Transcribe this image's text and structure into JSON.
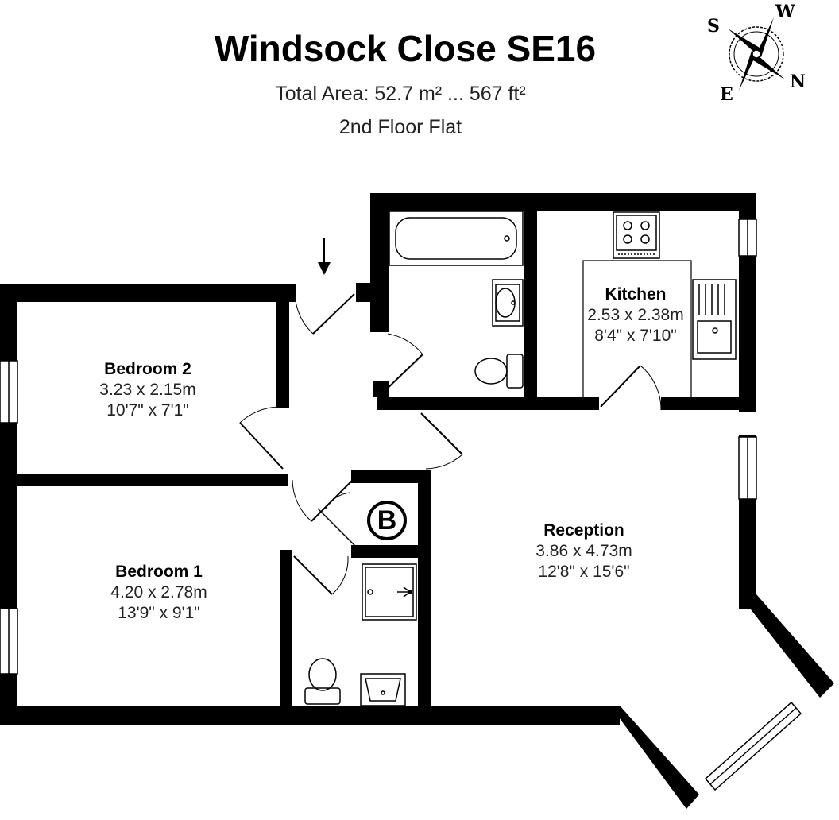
{
  "header": {
    "title": "Windsock Close SE16",
    "total_area": "Total Area: 52.7 m² ... 567 ft²",
    "floor": "2nd Floor Flat"
  },
  "compass": {
    "s": "S",
    "w": "W",
    "n": "N",
    "e": "E"
  },
  "rooms": {
    "kitchen": {
      "name": "Kitchen",
      "metric": "2.53 x 2.38m",
      "imperial": "8'4\" x 7'10\""
    },
    "bedroom2": {
      "name": "Bedroom 2",
      "metric": "3.23 x 2.15m",
      "imperial": "10'7\" x 7'1\""
    },
    "reception": {
      "name": "Reception",
      "metric": "3.86 x 4.73m",
      "imperial": "12'8\" x 15'6\""
    },
    "bedroom1": {
      "name": "Bedroom 1",
      "metric": "4.20 x 2.78m",
      "imperial": "13'9\" x 9'1\""
    }
  },
  "boiler": {
    "label": "B"
  },
  "icons": [
    "compass-icon",
    "entrance-arrow-icon",
    "bathtub-icon",
    "sink-icon",
    "toilet-icon",
    "hob-icon",
    "kitchen-sink-icon",
    "shower-icon",
    "boiler-icon",
    "window-icon",
    "door-swing-icon"
  ]
}
